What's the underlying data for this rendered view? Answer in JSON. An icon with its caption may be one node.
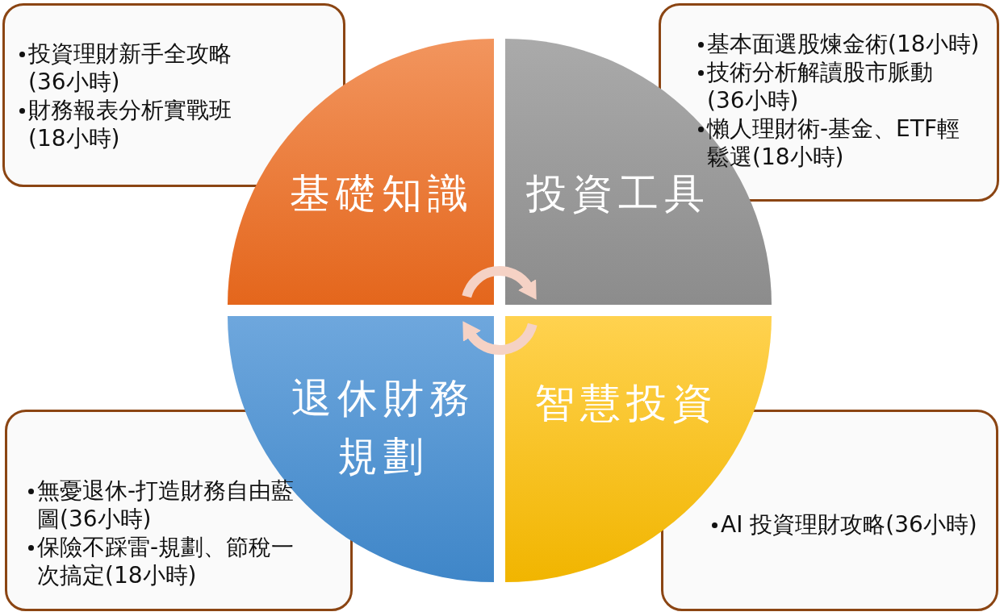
{
  "diagram": {
    "nodes": [
      {
        "text": [
          "投資理財新手全攻略(36小時)",
          "財務報表分析實戰班(18小時)"
        ]
      },
      {
        "text": [
          "基本面選股煉金術(18小時)",
          "技術分析解讀股市脈動(36小時)",
          "懶人理財術-基金、ETF輕鬆選(18小時)"
        ]
      },
      {
        "text": [
          "基礎知識"
        ]
      },
      {
        "text": [
          "投資工具"
        ]
      },
      {
        "text": [
          "退休財務規劃"
        ]
      },
      {
        "text": [
          "智慧投資"
        ]
      },
      {
        "text": [
          "無憂退休-打造財務自由藍圖(36小時)",
          "保險不踩雷-規劃、節稅一次搞定(18小時)"
        ]
      },
      {
        "text": [
          "AI 投資理財攻略(36小時)"
        ]
      }
    ],
    "edges": [
      {
        "from": 2,
        "to": 3,
        "arrow": "to"
      },
      {
        "from": 5,
        "to": 4,
        "arrow": "to"
      }
    ]
  }
}
